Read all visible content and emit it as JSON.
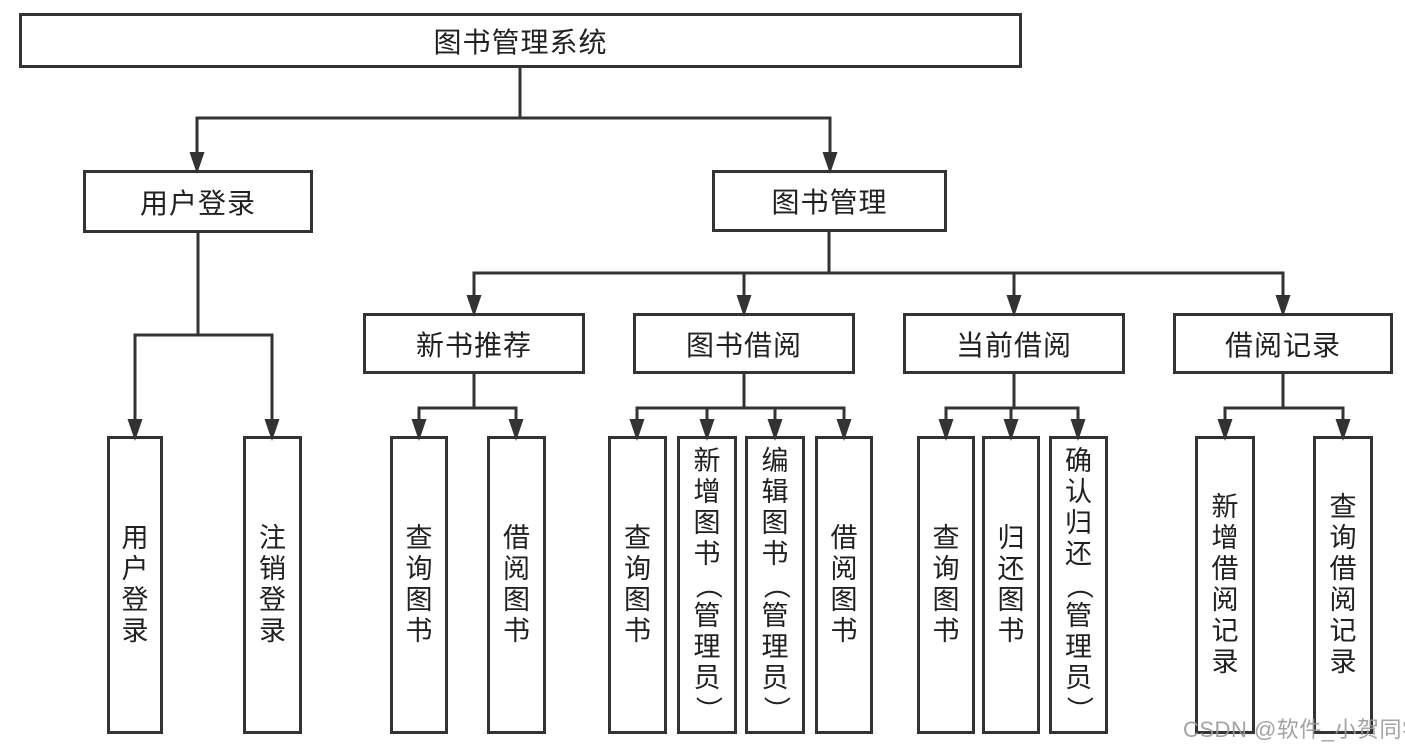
{
  "colors": {
    "line": "#333333",
    "text": "#212121",
    "watermark": "#9a9a9a",
    "background": "#ffffff"
  },
  "nodes": {
    "system": "图书管理系统",
    "user_login": "用户登录",
    "book_mgmt": "图书管理",
    "new_book_rec": "新书推荐",
    "book_borrow": "图书借阅",
    "current_borrow": "当前借阅",
    "borrow_records": "借阅记录",
    "leaf_user_login": "用户登录",
    "leaf_logout": "注销登录",
    "leaf_query_books_newrec": "查询图书",
    "leaf_borrow_books_newrec": "借阅图书",
    "leaf_query_books_borrow": "查询图书",
    "leaf_add_books_admin": "新增图书（管理员）",
    "leaf_edit_books_admin": "编辑图书（管理员）",
    "leaf_borrow_books_borrow": "借阅图书",
    "leaf_query_books_current": "查询图书",
    "leaf_return_books": "归还图书",
    "leaf_confirm_return_admin": "确认归还（管理员）",
    "leaf_add_borrow_record": "新增借阅记录",
    "leaf_query_borrow_record": "查询借阅记录"
  },
  "hierarchy": {
    "图书管理系统": {
      "用户登录": [
        "用户登录",
        "注销登录"
      ],
      "图书管理": {
        "新书推荐": [
          "查询图书",
          "借阅图书"
        ],
        "图书借阅": [
          "查询图书",
          "新增图书（管理员）",
          "编辑图书（管理员）",
          "借阅图书"
        ],
        "当前借阅": [
          "查询图书",
          "归还图书",
          "确认归还（管理员）"
        ],
        "借阅记录": [
          "新增借阅记录",
          "查询借阅记录"
        ]
      }
    }
  },
  "watermark": {
    "text": "CSDN @软件_小贺同学"
  }
}
